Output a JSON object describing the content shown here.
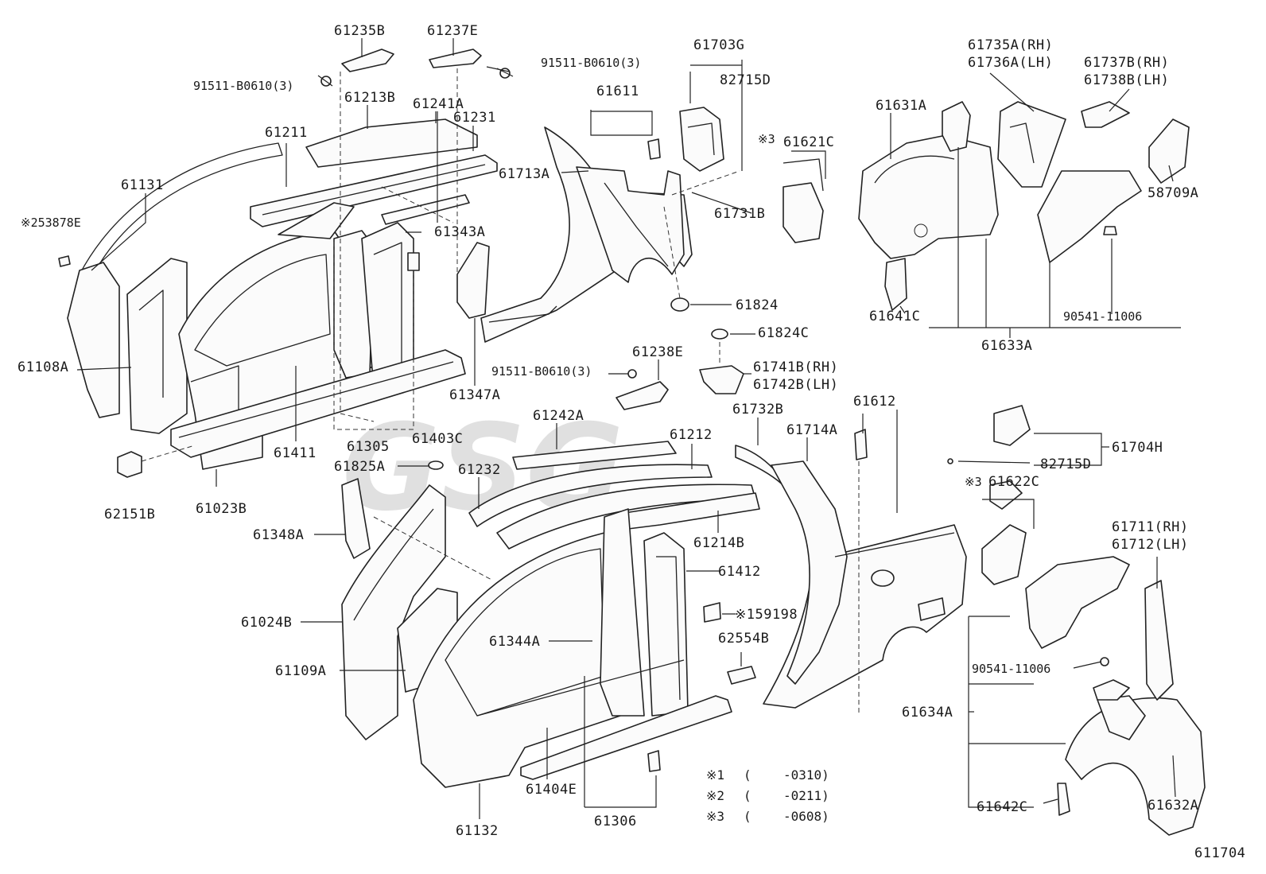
{
  "parts": {
    "p61235B": "61235B",
    "p61237E": "61237E",
    "p91511a": "91511-B0610(3)",
    "p91511b": "91511-B0610(3)",
    "p91511c": "91511-B0610(3)",
    "p61213B": "61213B",
    "p61241A": "61241A",
    "p61231": "61231",
    "p61211": "61211",
    "p61131": "61131",
    "p253878E": "※253878E",
    "p61343A": "61343A",
    "p61108A": "61108A",
    "p61411": "61411",
    "p61305": "61305",
    "p61403C": "61403C",
    "p61347A": "61347A",
    "p62151B": "62151B",
    "p61023B": "61023B",
    "p61703G": "61703G",
    "p82715Da": "82715D",
    "p61611": "61611",
    "p61713A": "61713A",
    "p61731B": "61731B",
    "p61621C": "61621C",
    "p61621Cmark": "※3",
    "p61824": "61824",
    "p61824C": "61824C",
    "p61735A": "61735A(RH)",
    "p61736A": "61736A(LH)",
    "p61737B": "61737B(RH)",
    "p61738B": "61738B(LH)",
    "p61631A": "61631A",
    "p58709A": "58709A",
    "p61641C": "61641C",
    "p90541a": "90541-11006",
    "p61633A": "61633A",
    "p61238E": "61238E",
    "p61741B": "61741B(RH)",
    "p61742B": "61742B(LH)",
    "p61732B": "61732B",
    "p61612": "61612",
    "p61714A": "61714A",
    "p61242A": "61242A",
    "p61212": "61212",
    "p61825A": "61825A",
    "p61232": "61232",
    "p61348A": "61348A",
    "p61214B": "61214B",
    "p61412": "61412",
    "p61024B": "61024B",
    "p159198": "※159198",
    "p62554B": "62554B",
    "p61344A": "61344A",
    "p61109A": "61109A",
    "p61404E": "61404E",
    "p61132": "61132",
    "p61306": "61306",
    "p61704H": "61704H",
    "p82715Db": "82715D",
    "p61622C": "61622C",
    "p61622Cmark": "※3",
    "p61711": "61711(RH)",
    "p61712": "61712(LH)",
    "p90541b": "90541-11006",
    "p61634A": "61634A",
    "p61642C": "61642C",
    "p61632A": "61632A"
  },
  "notes": [
    {
      "mark": "※1",
      "open": "(",
      "range": "-0310)"
    },
    {
      "mark": "※2",
      "open": "(",
      "range": "-0211)"
    },
    {
      "mark": "※3",
      "open": "(",
      "range": "-0608)"
    }
  ],
  "diagram_id": "611704",
  "watermark": "GSG"
}
